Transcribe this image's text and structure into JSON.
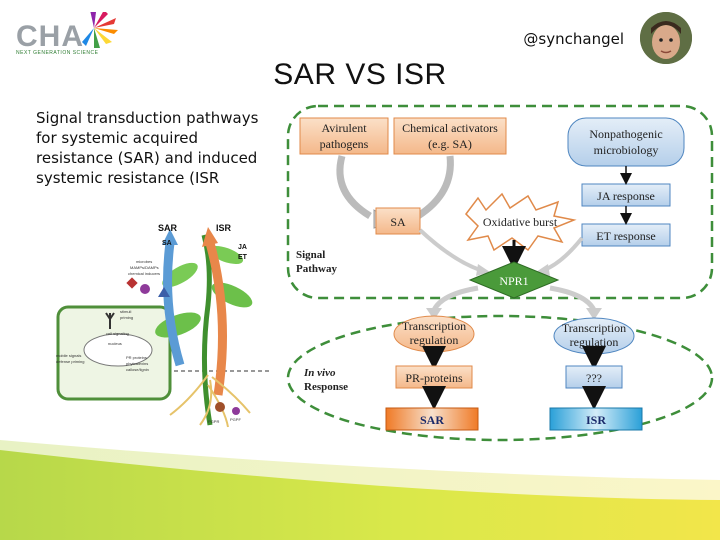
{
  "header": {
    "logo_main": "CHA",
    "logo_sub": "NEXT GENERATION SCIENCE",
    "handle": "@synchangel",
    "title": "SAR VS ISR"
  },
  "description": "Signal transduction pathways for systemic acquired resistance (SAR) and induced systemic resistance (ISR",
  "left_figure": {
    "sar": "SAR",
    "isr": "ISR",
    "sa": "SA",
    "ja": "JA",
    "et": "ET",
    "microbes": "microbes",
    "mamps": "MAMPs/DAMPs",
    "chemical_inducers": "chemical inducers",
    "stimuli": "stimuli",
    "priming": "priming",
    "cell_signaling": "cell signaling",
    "nucleus": "nucleus",
    "mobile_signals": "mobile signals",
    "defense_priming": "defense priming",
    "pr_proteins": "PR proteins",
    "phytoalexins": "phytoalexins",
    "callose": "callose/lignin",
    "pgpr": "PGPR",
    "pgpf": "PGPF"
  },
  "right_figure": {
    "avirulent": [
      "Avirulent",
      "pathogens"
    ],
    "chemical": [
      "Chemical activators",
      "(e.g. SA)"
    ],
    "nonpath": [
      "Nonpathogenic",
      "microbiology"
    ],
    "ja_response": "JA response",
    "et_response": "ET response",
    "sa": "SA",
    "oxidative": "Oxidative burst",
    "npr1": "NPR1",
    "signal_pathway": [
      "Signal",
      "Pathway"
    ],
    "in_vivo": [
      "In vivo",
      "Response"
    ],
    "tr_left": [
      "Transcription",
      "regulation"
    ],
    "tr_right": [
      "Transcription",
      "regulation"
    ],
    "pr_proteins": "PR-proteins",
    "unknown": "???",
    "sar": "SAR",
    "isr": "ISR"
  },
  "colors": {
    "dash_green": "#3e8e3a",
    "orange_box": "#f6c9a6",
    "orange_border": "#e08a4a",
    "blue_box": "#c9dcf0",
    "blue_border": "#4f86c0",
    "npr1_green": "#4a9a3a",
    "sar_orange": "#f07a26",
    "isr_blue": "#2aa0d8",
    "band_green": "#b7d84a",
    "band_yellow": "#f2e64a"
  }
}
